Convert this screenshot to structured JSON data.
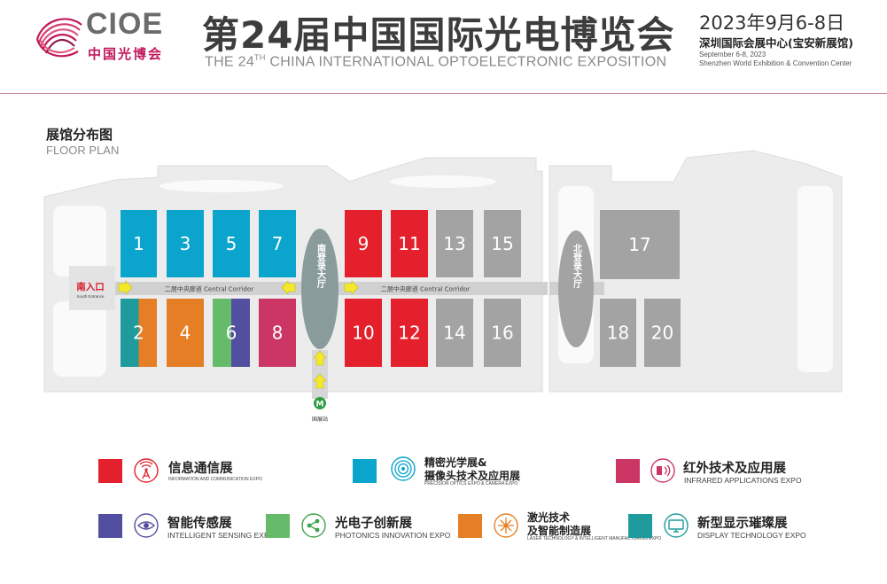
{
  "header": {
    "logo_text": "CIOE",
    "logo_subtitle": "中国光博会",
    "title_zh": "第24届中国国际光电博览会",
    "title_en_pre": "THE 24",
    "title_en_sup": "TH",
    "title_en_post": " CHINA INTERNATIONAL OPTOELECTRONIC EXPOSITION",
    "date_zh": "2023年9月6-8日",
    "venue_zh": "深圳国际会展中心(宝安新展馆)",
    "date_en": "September 6-8, 2023",
    "venue_en": "Shenzhen World Exhibition & Convention Center"
  },
  "floor_plan": {
    "title_zh": "展馆分布图",
    "title_en": "FLOOR PLAN",
    "south_entrance_zh": "南入口",
    "south_entrance_en": "South Entrance",
    "corridor_label": "二层中央廊道 Central Corridor",
    "south_lobby": "南登录大厅",
    "north_lobby": "北登录大厅",
    "metro_station": "国展站",
    "metro_symbol": "M"
  },
  "colors": {
    "info_comm": "#e3202b",
    "precision_optics": "#0aa4cc",
    "infrared": "#cc3665",
    "sensing": "#524fa0",
    "photonics": "#66bb6a",
    "laser": "#e57e24",
    "display": "#1f9b9d",
    "unassigned": "#a3a3a3",
    "lobby": "#8a9b9b",
    "arrow": "#f3e92a"
  },
  "halls": [
    {
      "id": "1",
      "colors": [
        "precision_optics"
      ]
    },
    {
      "id": "3",
      "colors": [
        "precision_optics"
      ]
    },
    {
      "id": "5",
      "colors": [
        "precision_optics"
      ]
    },
    {
      "id": "7",
      "colors": [
        "precision_optics"
      ]
    },
    {
      "id": "2",
      "colors": [
        "display",
        "laser"
      ]
    },
    {
      "id": "4",
      "colors": [
        "laser"
      ]
    },
    {
      "id": "6",
      "colors": [
        "photonics",
        "sensing"
      ]
    },
    {
      "id": "8",
      "colors": [
        "infrared"
      ]
    },
    {
      "id": "9",
      "colors": [
        "info_comm"
      ]
    },
    {
      "id": "11",
      "colors": [
        "info_comm"
      ]
    },
    {
      "id": "13",
      "colors": [
        "unassigned"
      ]
    },
    {
      "id": "15",
      "colors": [
        "unassigned"
      ]
    },
    {
      "id": "10",
      "colors": [
        "info_comm"
      ]
    },
    {
      "id": "12",
      "colors": [
        "info_comm"
      ]
    },
    {
      "id": "14",
      "colors": [
        "unassigned"
      ]
    },
    {
      "id": "16",
      "colors": [
        "unassigned"
      ]
    },
    {
      "id": "17",
      "colors": [
        "unassigned"
      ]
    },
    {
      "id": "18",
      "colors": [
        "unassigned"
      ]
    },
    {
      "id": "20",
      "colors": [
        "unassigned"
      ]
    }
  ],
  "legend": [
    {
      "key": "info_comm",
      "icon": "antenna-icon",
      "zh": "信息通信展",
      "en": "INFORMATION AND COMMUNICATION EXPO"
    },
    {
      "key": "precision_optics",
      "icon": "lens-icon",
      "zh_line1": "精密光学展&",
      "zh_line2": "摄像头技术及应用展",
      "en": "PRECISION OPTICS EXPO & CAMERA EXPO"
    },
    {
      "key": "infrared",
      "icon": "infrared-icon",
      "zh": "红外技术及应用展",
      "en": "INFRARED APPLICATIONS EXPO"
    },
    {
      "key": "sensing",
      "icon": "eye-icon",
      "zh": "智能传感展",
      "en": "INTELLIGENT SENSING EXPO"
    },
    {
      "key": "photonics",
      "icon": "network-icon",
      "zh": "光电子创新展",
      "en": "PHOTONICS INNOVATION EXPO"
    },
    {
      "key": "laser",
      "icon": "laser-burst-icon",
      "zh_line1": "激光技术",
      "zh_line2": "及智能制造展",
      "en": "LASER TECHNOLOGY & INTELLIGENT MANUFACTURING EXPO"
    },
    {
      "key": "display",
      "icon": "display-icon",
      "zh": "新型显示璀璨展",
      "en": "DISPLAY TECHNOLOGY EXPO"
    }
  ]
}
